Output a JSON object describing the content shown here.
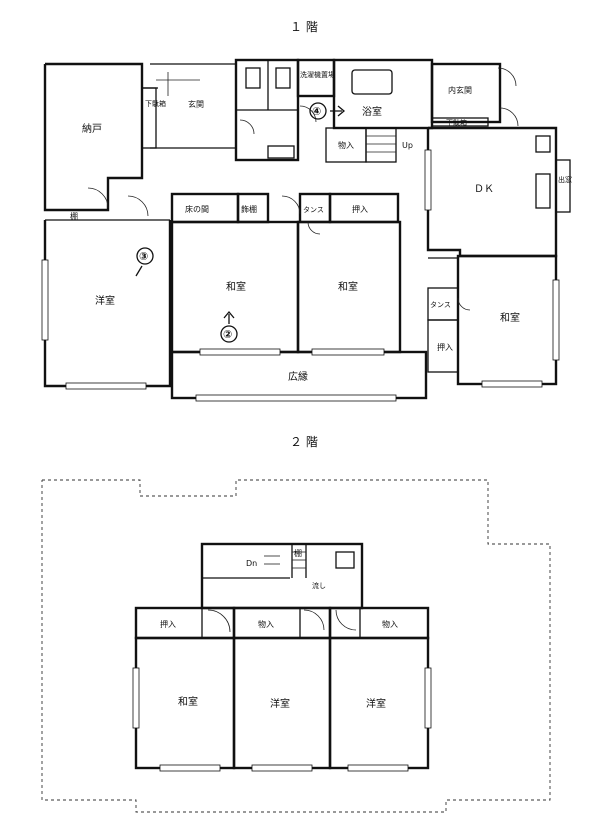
{
  "floor1": {
    "title": "１ 階",
    "rooms": {
      "nando": "納戸",
      "genkan": "玄関",
      "getabako": "下駄箱",
      "senmenjo": "洗濯機置場",
      "yokushitsu": "浴室",
      "uchigenkan": "内玄関",
      "getabako2": "下駄箱",
      "mono_ire": "物入",
      "up": "Up",
      "dk": "ＤＫ",
      "demado": "出窓",
      "tana1": "棚",
      "tokonoma": "床の間",
      "kazaridana": "飾棚",
      "tansu1": "タンス",
      "oshiire1": "押入",
      "yoshitsu": "洋室",
      "washitsu1": "和室",
      "washitsu2": "和室",
      "tansu2": "タンス",
      "oshiire2": "押入",
      "washitsu3": "和室",
      "hiroen": "広縁"
    },
    "markers": [
      "④",
      "③",
      "②"
    ]
  },
  "floor2": {
    "title": "２ 階",
    "rooms": {
      "dn": "Dn",
      "tana": "棚",
      "nagashi": "流し",
      "oshiire": "押入",
      "mono_ire1": "物入",
      "mono_ire2": "物入",
      "washitsu": "和室",
      "yoshitsu1": "洋室",
      "yoshitsu2": "洋室"
    }
  }
}
